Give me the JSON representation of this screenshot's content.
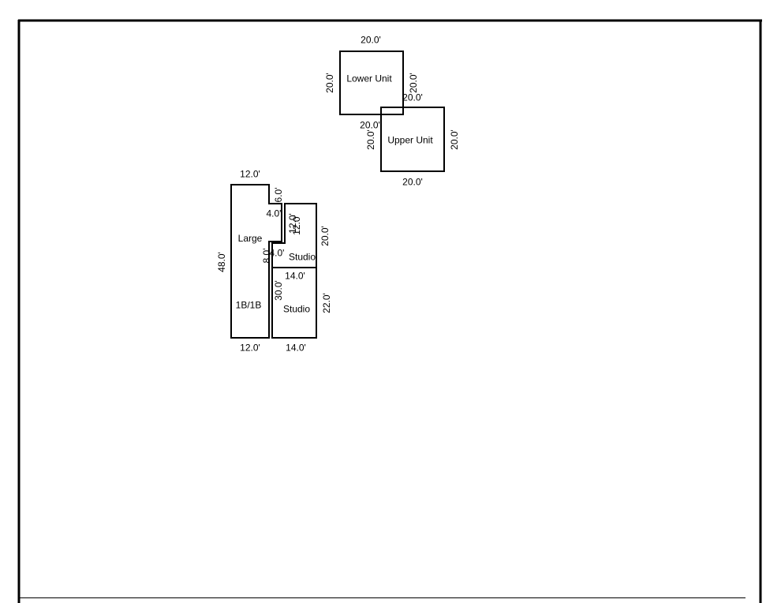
{
  "units": {
    "lower_unit": {
      "name": "Lower Unit",
      "dims": [
        "20.0'",
        "20.0'",
        "20.0'",
        "20.0'"
      ]
    },
    "upper_unit": {
      "name": "Upper Unit",
      "dims": [
        "20.0'",
        "20.0'",
        "20.0'",
        "20.0'"
      ]
    },
    "large": {
      "name_line1": "Large",
      "name_line2": "1B/1B",
      "dims": {
        "top": "12.0'",
        "left": "48.0'",
        "bottom": "12.0'",
        "notch_depth": "6.0'",
        "notch_width": "4.0'",
        "inner_a": "8.0'",
        "inner_b": "4.0'"
      }
    },
    "studio_upper": {
      "name": "Studio",
      "dims": {
        "right": "20.0'",
        "left_a": "12.0'",
        "left_b": "12.0'",
        "bottom": "14.0'"
      }
    },
    "studio_lower": {
      "name": "Studio",
      "dims": {
        "right": "22.0'",
        "left": "30.0'",
        "bottom": "14.0'"
      }
    }
  }
}
